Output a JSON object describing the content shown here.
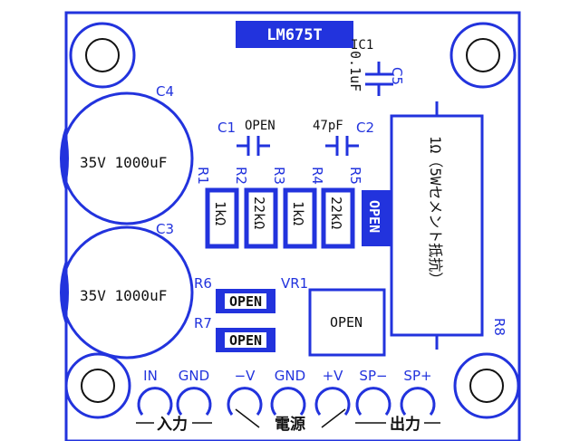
{
  "ic": {
    "name": "LM675T",
    "ref": "IC1"
  },
  "caps": {
    "c5": {
      "ref": "C5",
      "value": "0.1uF"
    },
    "c4": {
      "ref": "C4",
      "value": "35V 1000uF"
    },
    "c3": {
      "ref": "C3",
      "value": "35V 1000uF"
    },
    "c1": {
      "ref": "C1",
      "value": "OPEN"
    },
    "c2": {
      "ref": "C2",
      "value": "47pF"
    }
  },
  "resistors": {
    "r1": {
      "ref": "R1",
      "value": "1kΩ"
    },
    "r2": {
      "ref": "R2",
      "value": "22kΩ"
    },
    "r3": {
      "ref": "R3",
      "value": "1kΩ"
    },
    "r4": {
      "ref": "R4",
      "value": "22kΩ"
    },
    "r5": {
      "ref": "R5",
      "value": "OPEN"
    },
    "r6": {
      "ref": "R6",
      "value": "OPEN"
    },
    "r7": {
      "ref": "R7",
      "value": "OPEN"
    },
    "r8": {
      "ref": "R8",
      "value": "1Ω（5Wセメント抵抗）"
    }
  },
  "vr1": {
    "ref": "VR1",
    "value": "OPEN"
  },
  "terminals": {
    "in": "IN",
    "gnd1": "GND",
    "neg_v": "−V",
    "gnd2": "GND",
    "pos_v": "+V",
    "sp_neg": "SP−",
    "sp_pos": "SP+"
  },
  "groups": {
    "input": "入力",
    "power": "電源",
    "output": "出力"
  },
  "colors": {
    "silk": "#2233dd",
    "text": "#111111",
    "board": "#ffffff"
  }
}
